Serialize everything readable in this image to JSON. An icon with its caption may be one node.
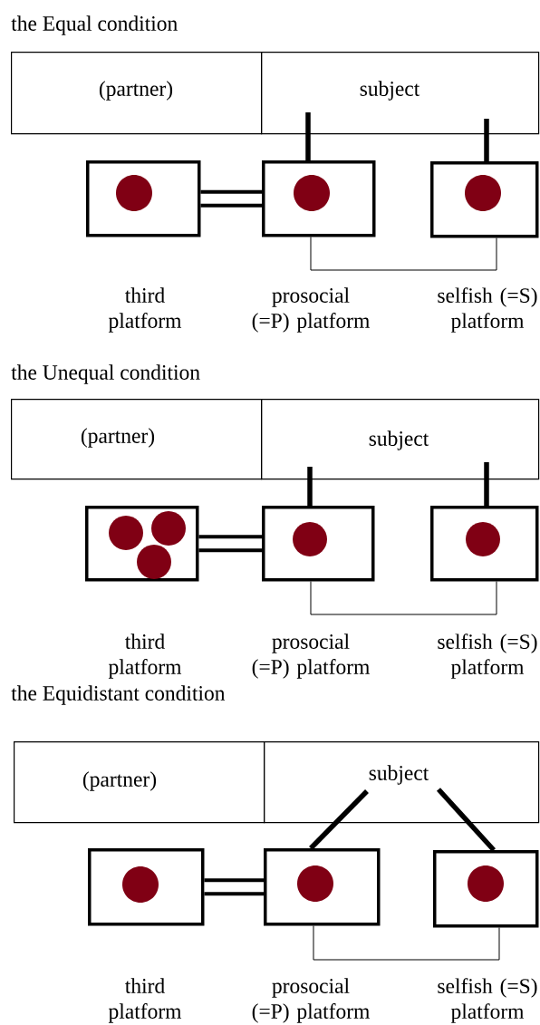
{
  "diagram": {
    "nodes": [
      {
        "text": [
          "(partner)"
        ]
      },
      {
        "text": [
          "subject"
        ]
      },
      {
        "text": [],
        "shape": "box",
        "beside": [
          "third platform"
        ]
      },
      {
        "text": [],
        "shape": "box",
        "beside": [
          "prosocial (=P) platform"
        ]
      },
      {
        "text": [],
        "shape": "box",
        "beside": [
          "selfish (=S) platform"
        ]
      },
      {
        "text": [
          "(partner)"
        ]
      },
      {
        "text": [
          "subject"
        ]
      },
      {
        "text": [],
        "shape": "box",
        "beside": [
          "third platform"
        ]
      },
      {
        "text": [],
        "shape": "box",
        "beside": [
          "prosocial (=P) platform"
        ]
      },
      {
        "text": [],
        "shape": "box",
        "beside": [
          "selfish (=S) platform"
        ]
      },
      {
        "text": [
          "(partner)"
        ]
      },
      {
        "text": [
          "subject"
        ]
      },
      {
        "text": [],
        "shape": "box",
        "beside": [
          "third platform"
        ]
      },
      {
        "text": [],
        "shape": "box",
        "beside": [
          "prosocial (=P) platform"
        ]
      },
      {
        "text": [],
        "shape": "box",
        "beside": [
          "selfish (=S) platform"
        ]
      }
    ],
    "edges": [
      {
        "from": 2,
        "to": 3,
        "arrow": "none",
        "style": "thick"
      },
      {
        "from": 1,
        "to": 3,
        "arrow": "none"
      },
      {
        "from": 1,
        "to": 4,
        "arrow": "none"
      },
      {
        "from": 3,
        "to": 4,
        "arrow": "none"
      },
      {
        "from": 7,
        "to": 8,
        "arrow": "none",
        "style": "thick"
      },
      {
        "from": 6,
        "to": 8,
        "arrow": "none"
      },
      {
        "from": 6,
        "to": 9,
        "arrow": "none"
      },
      {
        "from": 8,
        "to": 9,
        "arrow": "none"
      },
      {
        "from": 12,
        "to": 13,
        "arrow": "none",
        "style": "thick"
      },
      {
        "from": 11,
        "to": 13,
        "arrow": "none"
      },
      {
        "from": 11,
        "to": 14,
        "arrow": "none"
      },
      {
        "from": 13,
        "to": 14,
        "arrow": "none"
      }
    ],
    "labels": [
      "the Equal condition",
      "the Unequal condition",
      "the Equidistant condition"
    ]
  }
}
